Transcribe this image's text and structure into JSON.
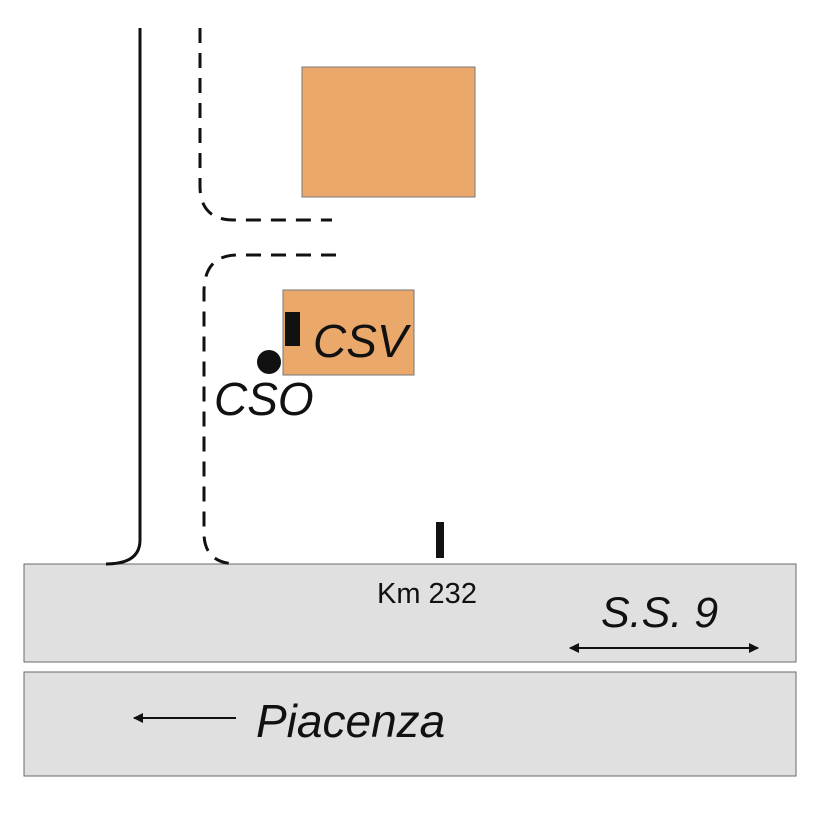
{
  "map": {
    "colors": {
      "building_fill": "#EBA86B",
      "road_fill": "#E0E0E0",
      "line": "#111111",
      "background": "#FFFFFF"
    },
    "labels": {
      "csv": "CSV",
      "cso": "CSO",
      "km_marker": "Km 232",
      "road_name": "S.S. 9",
      "direction": "Piacenza"
    },
    "features": {
      "buildings": [
        "large-building",
        "small-building"
      ],
      "stations": [
        "csv-station-marker",
        "cso-station-marker",
        "km-232-marker"
      ],
      "arrows": [
        "road-bidirectional-arrow",
        "piacenza-direction-arrow"
      ]
    }
  }
}
